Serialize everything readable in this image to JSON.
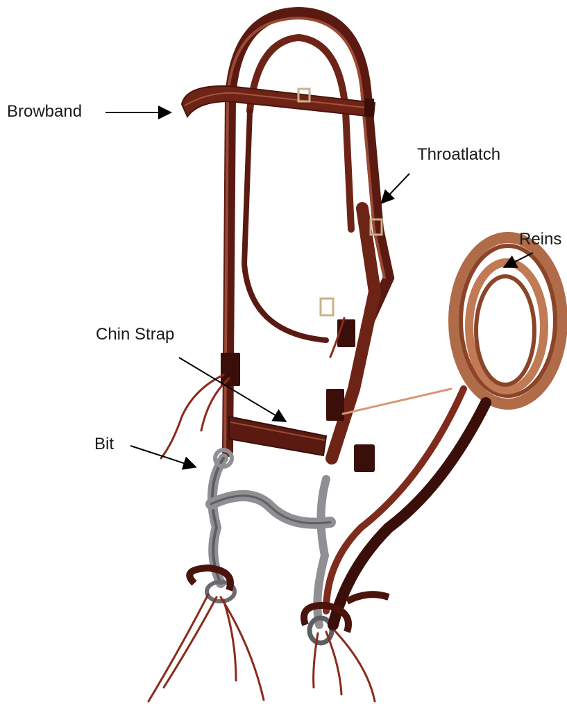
{
  "labels": {
    "browband": "Browband",
    "throatlatch": "Throatlatch",
    "reins": "Reins",
    "chin_strap": "Chin Strap",
    "bit": "Bit"
  },
  "colors": {
    "leather_dark": "#5a1a12",
    "leather_mid": "#7e2a1c",
    "leather_light": "#a5543a",
    "rein_tan": "#c07a55",
    "metal": "#8f8f94",
    "metal_dark": "#5e5e63",
    "arrow": "#000000"
  }
}
